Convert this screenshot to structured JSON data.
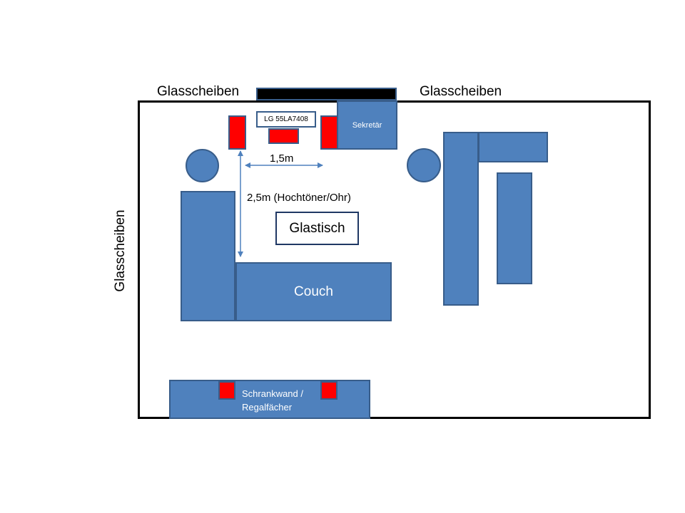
{
  "labels": {
    "glass_left_top": "Glasscheiben",
    "glass_right_top": "Glasscheiben",
    "glass_left_side": "Glasscheiben",
    "tv_model": "LG 55LA7408",
    "secretary": "Sekretär",
    "width_measure": "1,5m",
    "depth_measure": "2,5m (Hochtöner/Ohr)",
    "glass_table": "Glastisch",
    "couch": "Couch",
    "wall_unit_line1": "Schrankwand /",
    "wall_unit_line2": "Regalfächer"
  },
  "colors": {
    "furniture_fill": "#4f81bd",
    "furniture_border": "#385d8a",
    "speaker": "#ff0000",
    "wall": "#000000"
  }
}
